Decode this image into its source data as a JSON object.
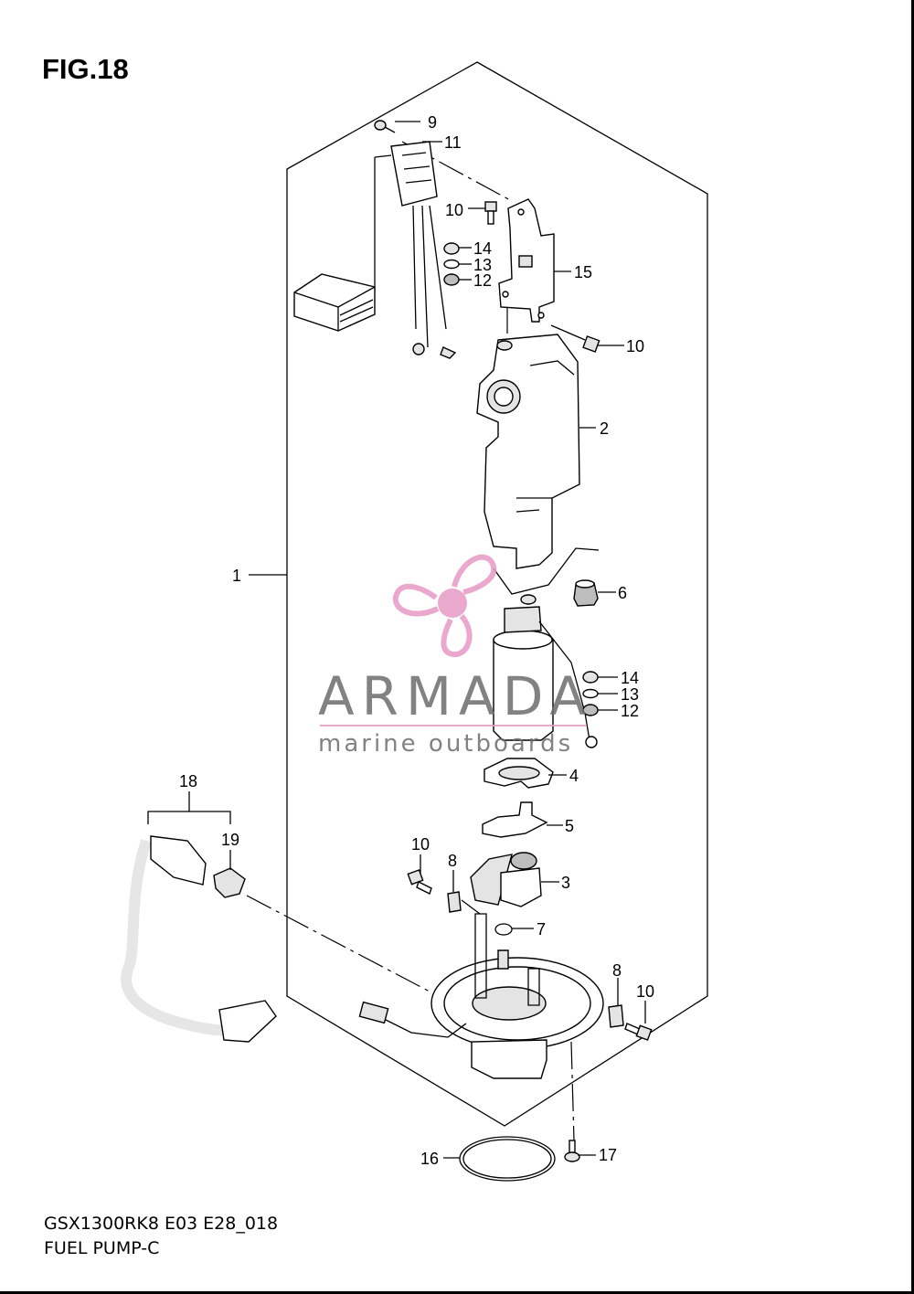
{
  "figure": {
    "title": "FIG.18",
    "model_code": "GSX1300RK8 E03 E28_018",
    "subtitle": "FUEL PUMP-C"
  },
  "watermark": {
    "brand": "ARMADA",
    "tagline": "marine outboards",
    "accent_color": "#e89ac6"
  },
  "callouts": [
    {
      "id": "c1",
      "label": "1"
    },
    {
      "id": "c2",
      "label": "2"
    },
    {
      "id": "c3",
      "label": "3"
    },
    {
      "id": "c4",
      "label": "4"
    },
    {
      "id": "c5",
      "label": "5"
    },
    {
      "id": "c6",
      "label": "6"
    },
    {
      "id": "c7",
      "label": "7"
    },
    {
      "id": "c8a",
      "label": "8"
    },
    {
      "id": "c8b",
      "label": "8"
    },
    {
      "id": "c9",
      "label": "9"
    },
    {
      "id": "c10a",
      "label": "10"
    },
    {
      "id": "c10b",
      "label": "10"
    },
    {
      "id": "c10c",
      "label": "10"
    },
    {
      "id": "c10d",
      "label": "10"
    },
    {
      "id": "c11",
      "label": "11"
    },
    {
      "id": "c12a",
      "label": "12"
    },
    {
      "id": "c12b",
      "label": "12"
    },
    {
      "id": "c13a",
      "label": "13"
    },
    {
      "id": "c13b",
      "label": "13"
    },
    {
      "id": "c14a",
      "label": "14"
    },
    {
      "id": "c14b",
      "label": "14"
    },
    {
      "id": "c15",
      "label": "15"
    },
    {
      "id": "c16",
      "label": "16"
    },
    {
      "id": "c17",
      "label": "17"
    },
    {
      "id": "c18",
      "label": "18"
    },
    {
      "id": "c19",
      "label": "19"
    }
  ]
}
